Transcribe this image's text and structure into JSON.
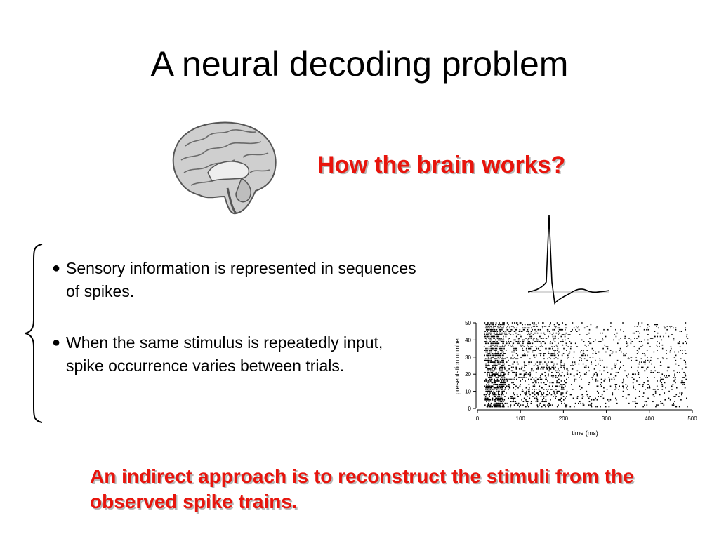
{
  "slide": {
    "title": "A neural decoding problem",
    "question": "How the brain works?",
    "bullets": [
      {
        "marker": "●",
        "text": "Sensory information is represented in sequences of spikes."
      },
      {
        "marker": "●",
        "text": "When the same stimulus is repeatedly input, spike occurrence varies between trials."
      }
    ],
    "conclusion": "An indirect approach is to reconstruct the stimuli from the observed spike trains.",
    "accent_color": "#e8140c",
    "icons": [
      "brain-illustration",
      "action-potential-trace",
      "curly-brace"
    ]
  },
  "chart_data": {
    "type": "scatter",
    "title": "",
    "xlabel": "time (ms)",
    "ylabel": "presentation number",
    "xlim": [
      0,
      500
    ],
    "ylim": [
      0,
      50
    ],
    "xticks": [
      0,
      100,
      200,
      300,
      400,
      500
    ],
    "yticks": [
      0,
      10,
      20,
      30,
      40,
      50
    ],
    "grid": false,
    "trials": 50,
    "note_on_points": "raster of spike times per presentation; density decreases with time"
  }
}
